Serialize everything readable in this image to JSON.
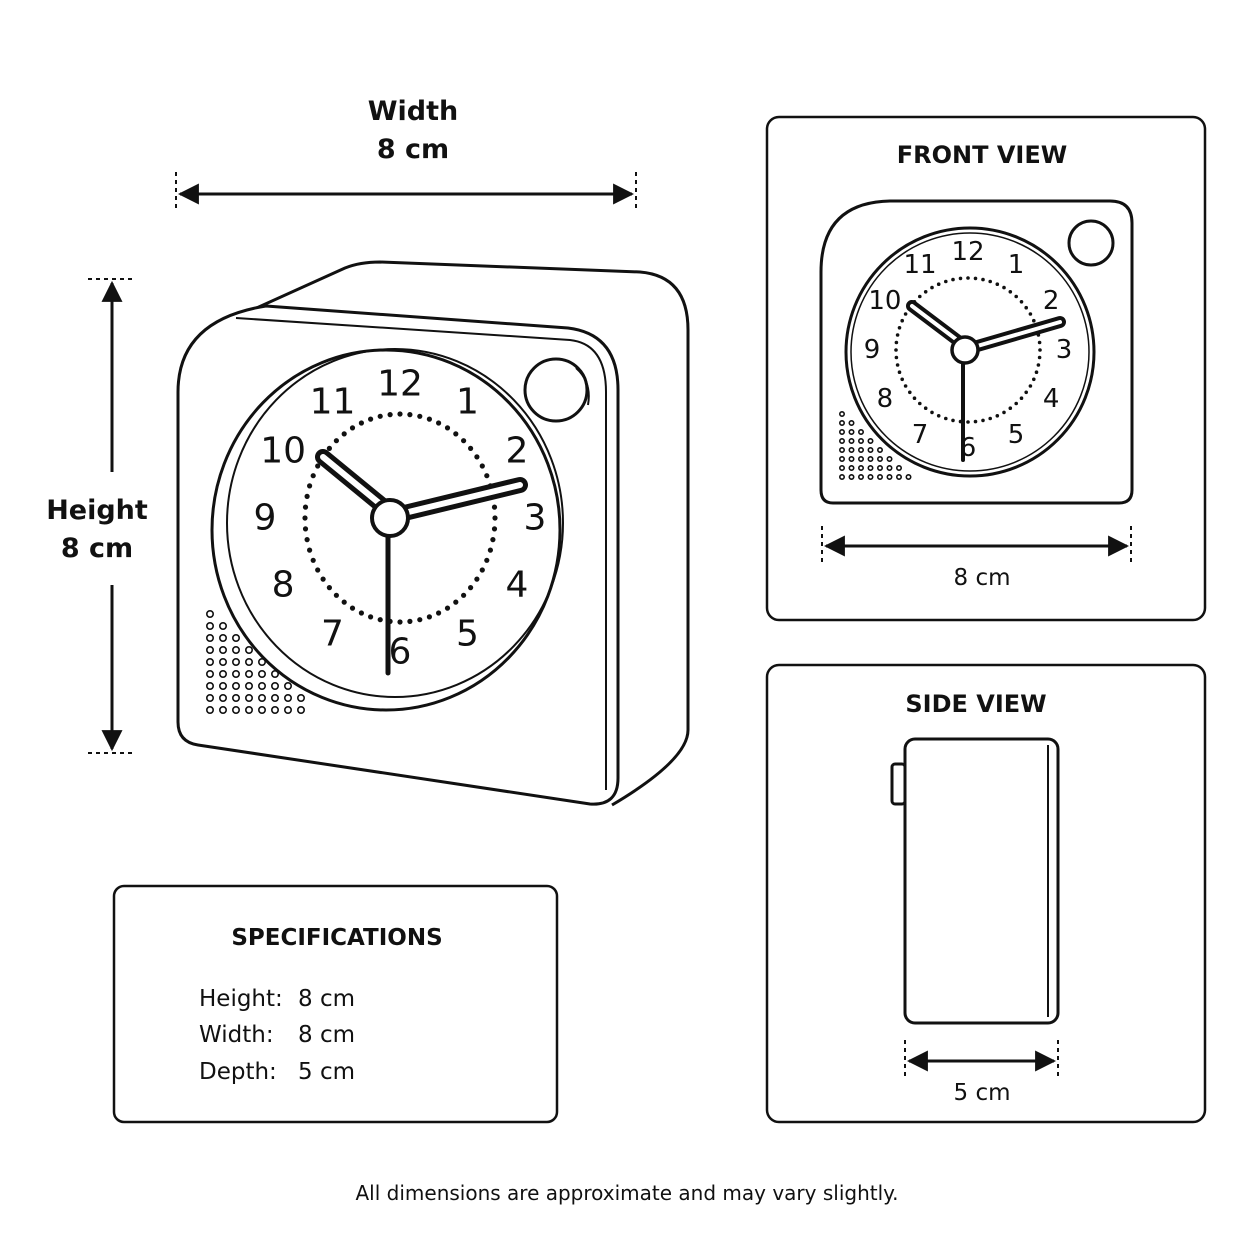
{
  "width_label": {
    "title": "Width",
    "value": "8 cm"
  },
  "height_label": {
    "title": "Height",
    "value": "8 cm"
  },
  "front_view": {
    "title": "FRONT VIEW",
    "dimension": "8 cm"
  },
  "side_view": {
    "title": "SIDE VIEW",
    "dimension": "5 cm"
  },
  "specifications": {
    "title": "SPECIFICATIONS",
    "rows": [
      {
        "label": "Height:",
        "value": "8 cm"
      },
      {
        "label": "Width:",
        "value": "8 cm"
      },
      {
        "label": "Depth:",
        "value": "5 cm"
      }
    ]
  },
  "clock_numerals": [
    "12",
    "1",
    "2",
    "3",
    "4",
    "5",
    "6",
    "7",
    "8",
    "9",
    "10",
    "11"
  ],
  "footnote": "All dimensions are approximate and may vary slightly.",
  "colors": {
    "line": "#111111",
    "background": "#ffffff"
  }
}
